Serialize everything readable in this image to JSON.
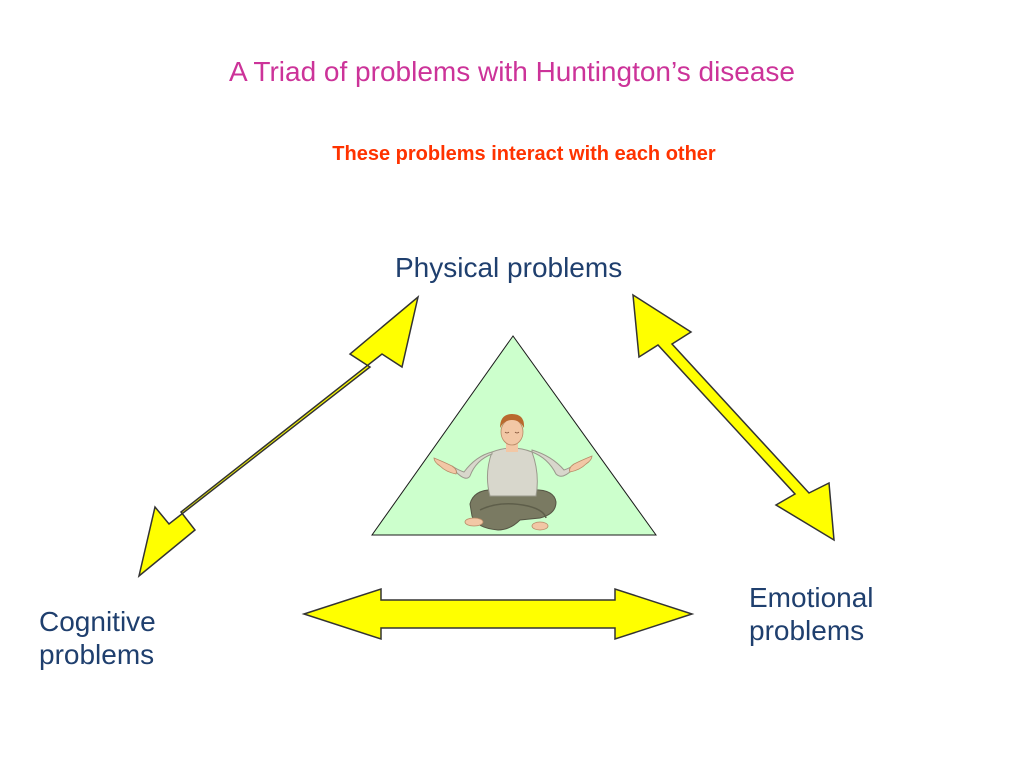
{
  "slide": {
    "title": "A Triad of problems with Huntington’s disease",
    "subtitle": "These problems interact with each other"
  },
  "nodes": {
    "physical": "Physical problems",
    "cognitive": "Cognitive\nproblems",
    "emotional": "Emotional\nproblems"
  },
  "colors": {
    "title": "#cc3399",
    "subtitle": "#ff3300",
    "labels": "#1f3f6e",
    "arrow_fill": "#ffff00",
    "arrow_stroke": "#333333",
    "triangle_fill": "#ccffcc",
    "triangle_stroke": "#1a1a1a"
  }
}
